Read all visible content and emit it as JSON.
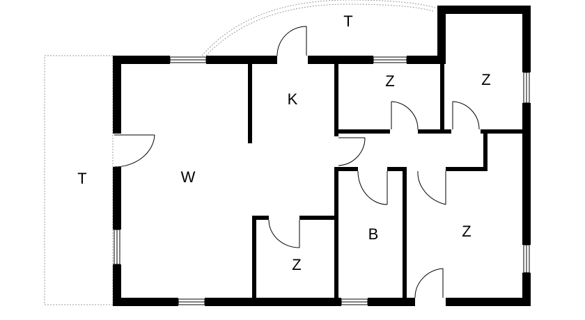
{
  "plan": {
    "colors": {
      "wall": "#000000",
      "terrace_outline": "#999999",
      "background": "#ffffff"
    },
    "rooms": [
      {
        "id": "terrace-top",
        "label": "T"
      },
      {
        "id": "terrace-left",
        "label": "T"
      },
      {
        "id": "kitchen",
        "label": "K"
      },
      {
        "id": "living",
        "label": "W"
      },
      {
        "id": "room-top-middle",
        "label": "Z"
      },
      {
        "id": "room-top-right",
        "label": "Z"
      },
      {
        "id": "bathroom",
        "label": "B"
      },
      {
        "id": "room-bottom-right",
        "label": "Z"
      },
      {
        "id": "room-small",
        "label": "Z"
      }
    ]
  }
}
